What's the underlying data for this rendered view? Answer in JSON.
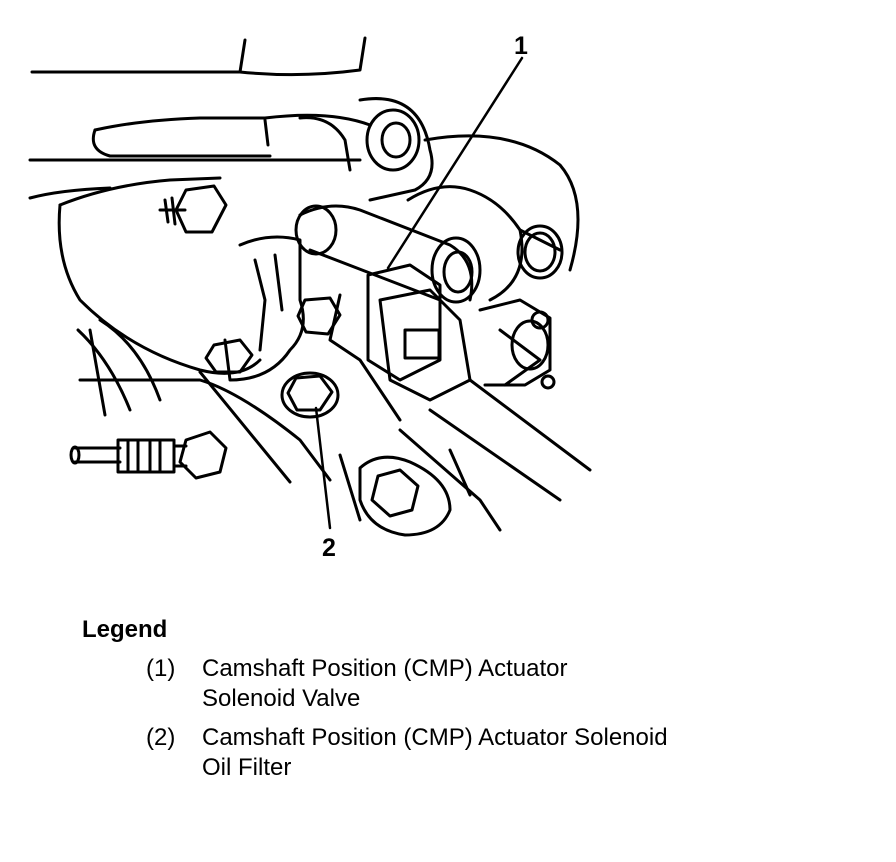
{
  "callouts": [
    {
      "id": "1",
      "label": "1"
    },
    {
      "id": "2",
      "label": "2"
    }
  ],
  "legend": {
    "title": "Legend",
    "items": [
      {
        "number": "(1)",
        "lines": [
          "Camshaft Position (CMP) Actuator",
          "Solenoid Valve"
        ]
      },
      {
        "number": "(2)",
        "lines": [
          "Camshaft Position (CMP) Actuator Solenoid",
          "Oil Filter"
        ]
      }
    ]
  }
}
